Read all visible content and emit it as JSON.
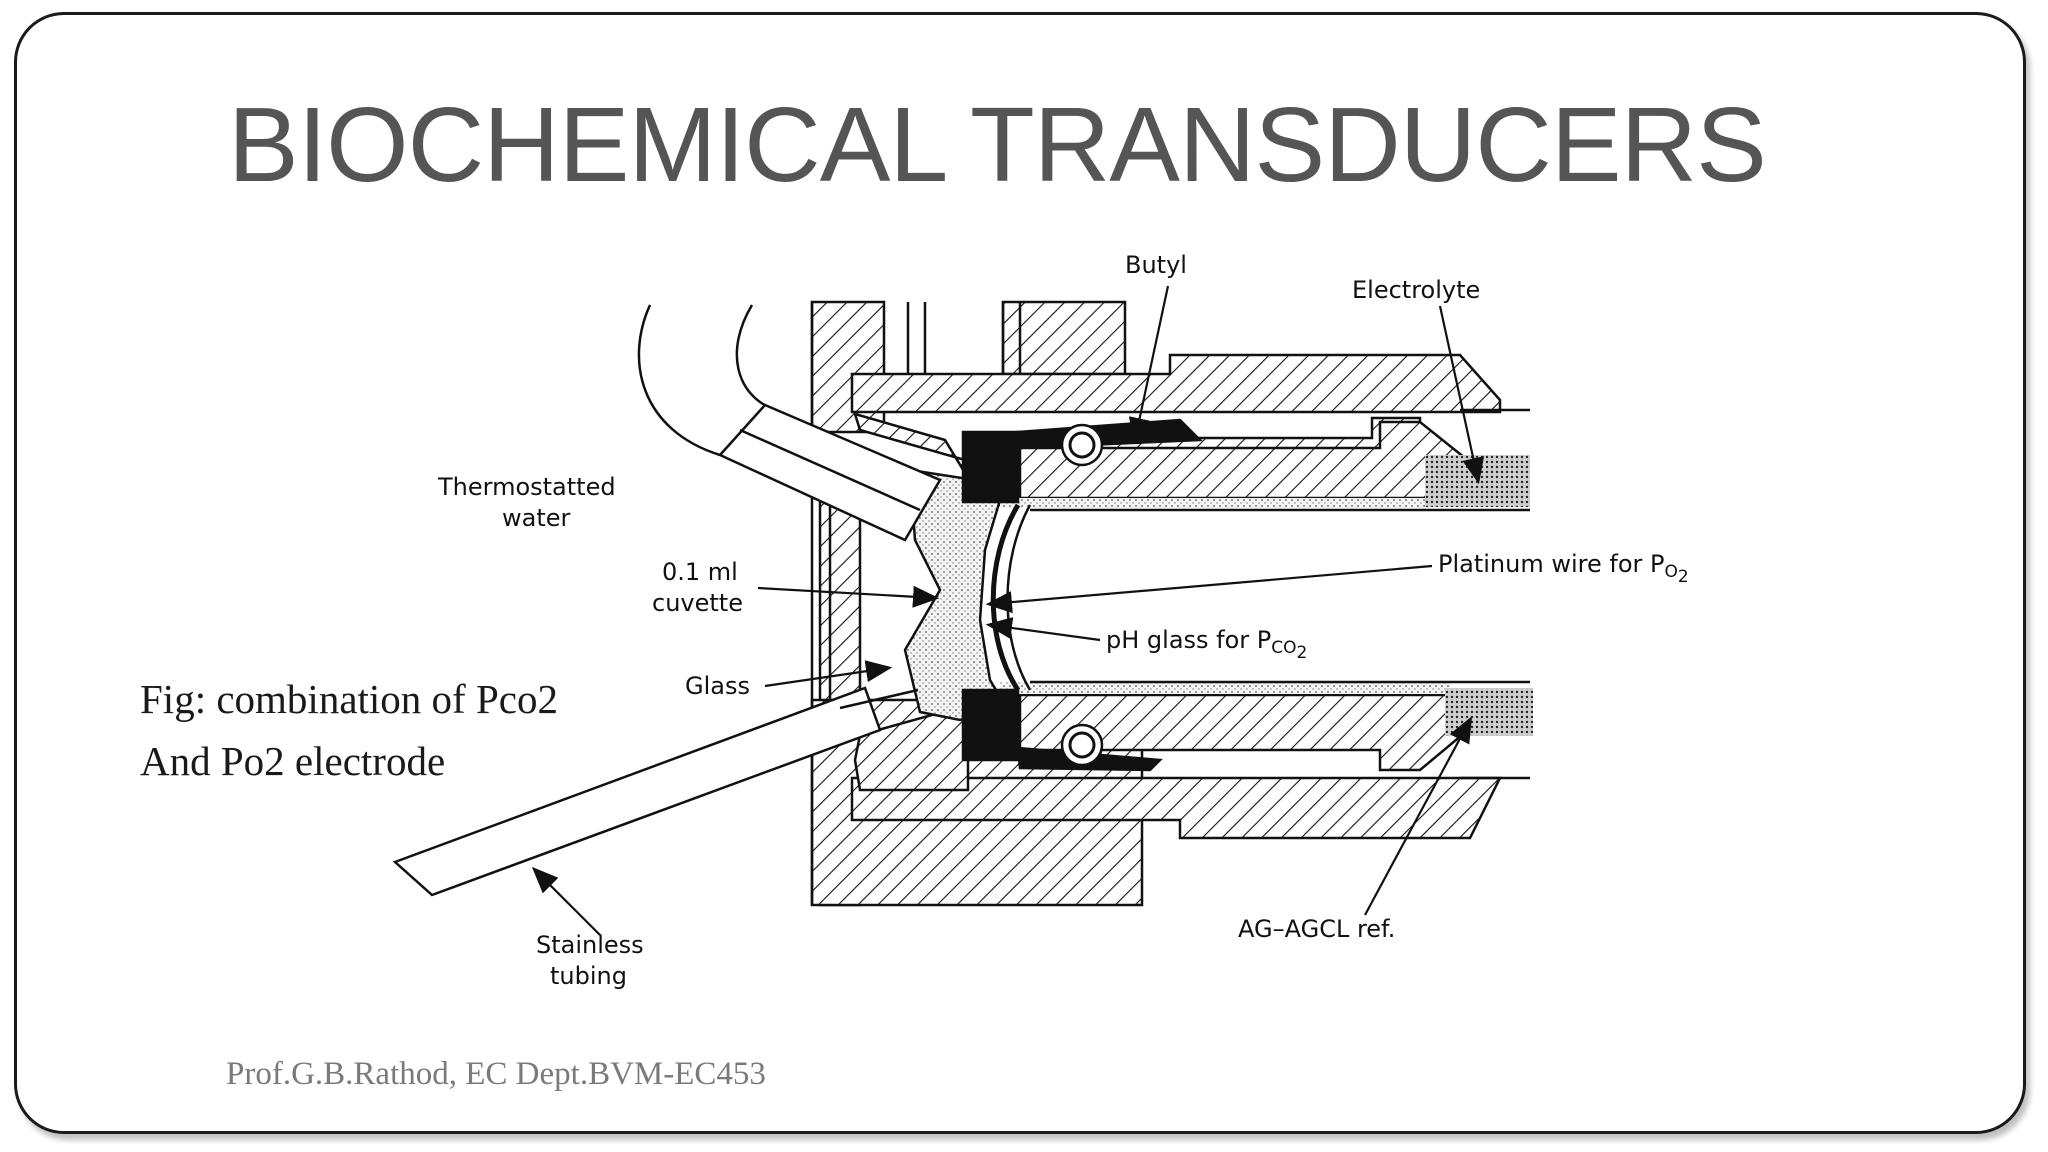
{
  "slide": {
    "title": "BIOCHEMICAL TRANSDUCERS",
    "caption_line1": "Fig: combination of Pco2",
    "caption_line2": "And Po2 electrode",
    "footer": "Prof.G.B.Rathod, EC Dept.BVM-EC453"
  },
  "diagram": {
    "labels": {
      "butyl": "Butyl",
      "electrolyte": "Electrolyte",
      "thermostatted_1": "Thermostatted",
      "thermostatted_2": "water",
      "cuvette_1": "0.1 ml",
      "cuvette_2": "cuvette",
      "glass": "Glass",
      "platinum_prefix": "Platinum wire for P",
      "platinum_sub": "O",
      "platinum_sub2": "2",
      "ph_prefix": "pH glass for P",
      "ph_sub": "CO",
      "ph_sub2": "2",
      "stainless_1": "Stainless",
      "stainless_2": "tubing",
      "agagcl": "AG–AGCL ref."
    }
  }
}
